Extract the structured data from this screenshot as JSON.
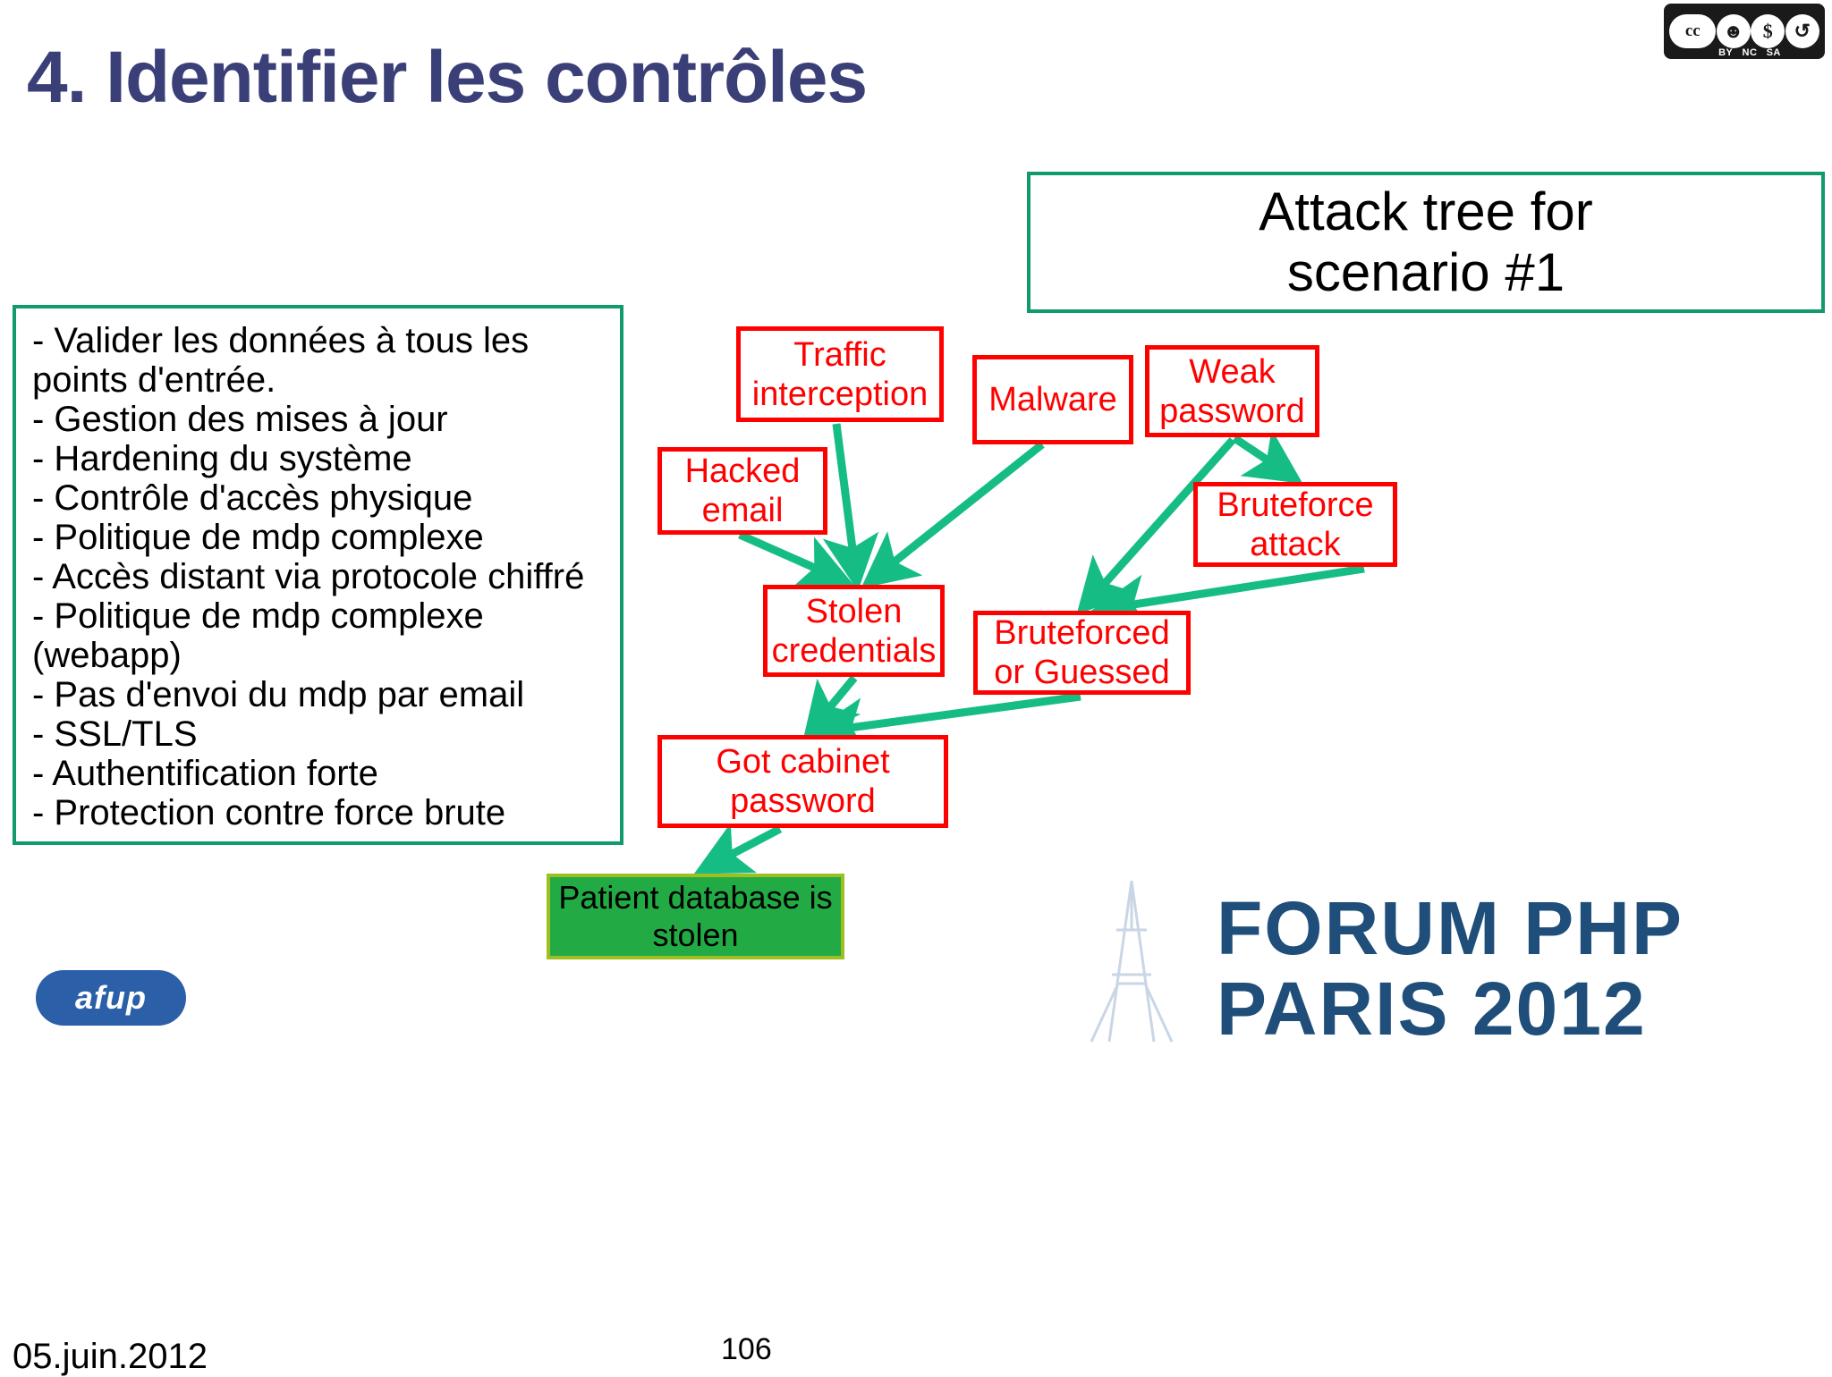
{
  "slide": {
    "title": "4. Identifier les contrôles",
    "page_number": "106",
    "date": "05.juin.2012"
  },
  "cc_badge": {
    "cc_label": "CC",
    "icons": [
      "BY",
      "NC",
      "SA"
    ],
    "glyphs": [
      "cc",
      "BY",
      "NC",
      "SA"
    ]
  },
  "controls": {
    "lines": [
      "- Valider les données à tous les",
      "points d'entrée.",
      "- Gestion des mises à jour",
      "- Hardening du système",
      "- Contrôle d'accès physique",
      "- Politique de mdp complexe",
      "- Accès distant via protocole chiffré",
      "- Politique de mdp complexe",
      "(webapp)",
      "- Pas d'envoi du mdp par email",
      "- SSL/TLS",
      "- Authentification forte",
      "- Protection contre force brute"
    ]
  },
  "attack_tree": {
    "caption_line1": "Attack tree for",
    "caption_line2": "scenario #1",
    "nodes": {
      "traffic": "Traffic interception",
      "malware": "Malware",
      "weak_password": "Weak password",
      "hacked_email": "Hacked email",
      "bruteforce_attack": "Bruteforce attack",
      "stolen_credentials": "Stolen credentials",
      "bruteforced_or_guessed": "Bruteforced or Guessed",
      "got_cabinet_password": "Got cabinet password",
      "patient_db_stolen": "Patient database is stolen"
    },
    "edges": [
      {
        "from": "traffic",
        "to": "stolen_credentials"
      },
      {
        "from": "hacked_email",
        "to": "stolen_credentials"
      },
      {
        "from": "malware",
        "to": "stolen_credentials"
      },
      {
        "from": "weak_password",
        "to": "bruteforce_attack"
      },
      {
        "from": "weak_password",
        "to": "bruteforced_or_guessed"
      },
      {
        "from": "bruteforce_attack",
        "to": "bruteforced_or_guessed"
      },
      {
        "from": "stolen_credentials",
        "to": "got_cabinet_password"
      },
      {
        "from": "bruteforced_or_guessed",
        "to": "got_cabinet_password"
      },
      {
        "from": "got_cabinet_password",
        "to": "patient_db_stolen"
      }
    ]
  },
  "branding": {
    "afup": "afup",
    "forum_line1": "FORUM PHP",
    "forum_line2": "PARIS 2012"
  },
  "colors": {
    "title": "#3b3f77",
    "box_border_green": "#119a6e",
    "node_red": "#ff0000",
    "arrow_green": "#15bd85",
    "goal_fill": "#22aa44",
    "goal_border": "#9fbf20",
    "forum_blue": "#1e4e79",
    "afup_blue": "#2b5fa8"
  }
}
